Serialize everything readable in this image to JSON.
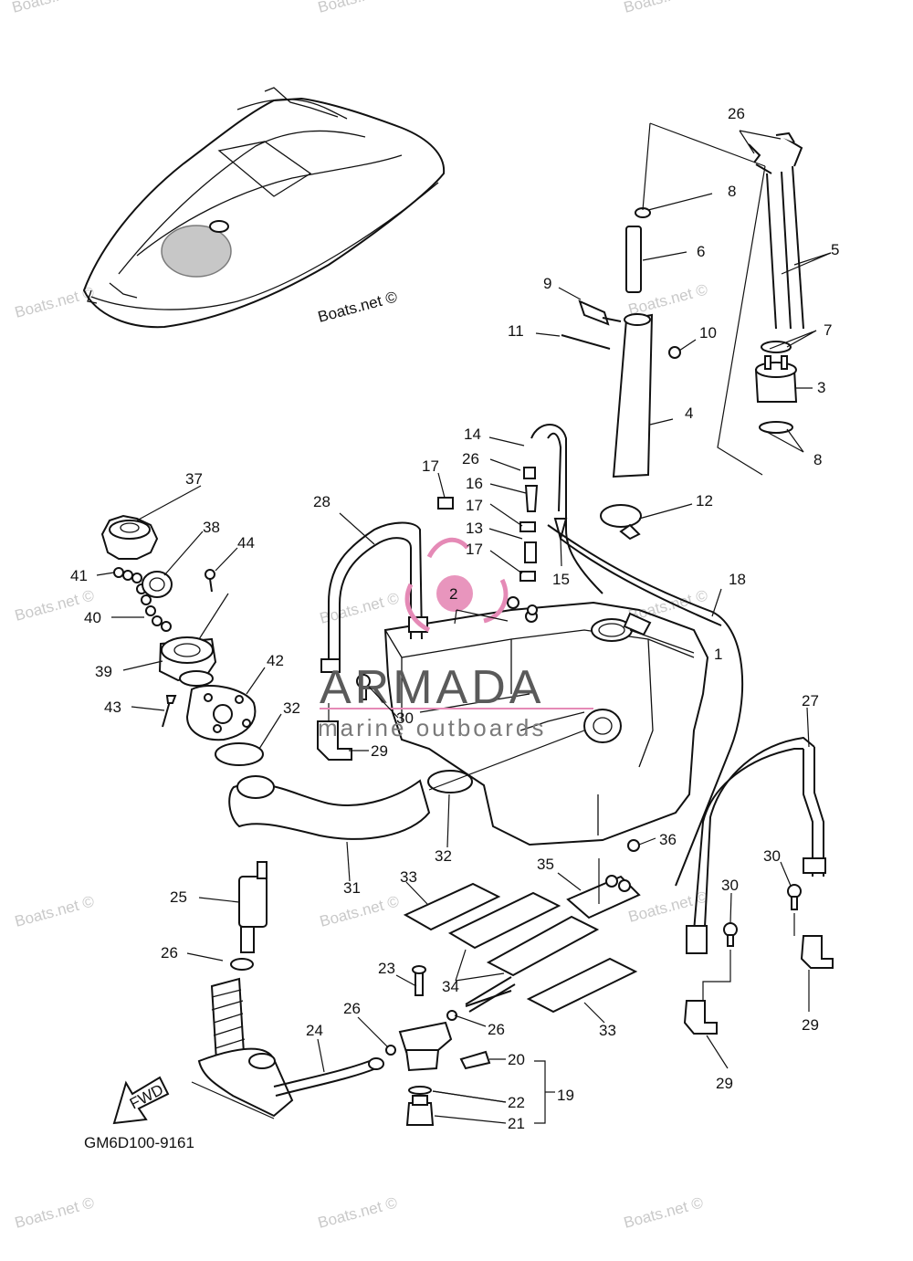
{
  "diagram_code": "GM6D100-9161",
  "site_mark": "Boats.net ©",
  "watermark_text": "Boats.net ©",
  "brand": {
    "name": "ARMADA",
    "tagline": "marine outboards",
    "accent": "#e58ab6"
  },
  "fwd_label": "FWD",
  "callouts": [
    "1",
    "2",
    "3",
    "4",
    "5",
    "6",
    "7",
    "8",
    "8",
    "9",
    "10",
    "11",
    "12",
    "13",
    "14",
    "15",
    "16",
    "17",
    "17",
    "17",
    "18",
    "19",
    "20",
    "21",
    "22",
    "23",
    "24",
    "25",
    "26",
    "26",
    "26",
    "26",
    "26",
    "27",
    "28",
    "29",
    "29",
    "29",
    "30",
    "30",
    "30",
    "31",
    "32",
    "32",
    "33",
    "33",
    "34",
    "35",
    "36",
    "37",
    "38",
    "39",
    "40",
    "41",
    "42",
    "43",
    "44"
  ]
}
